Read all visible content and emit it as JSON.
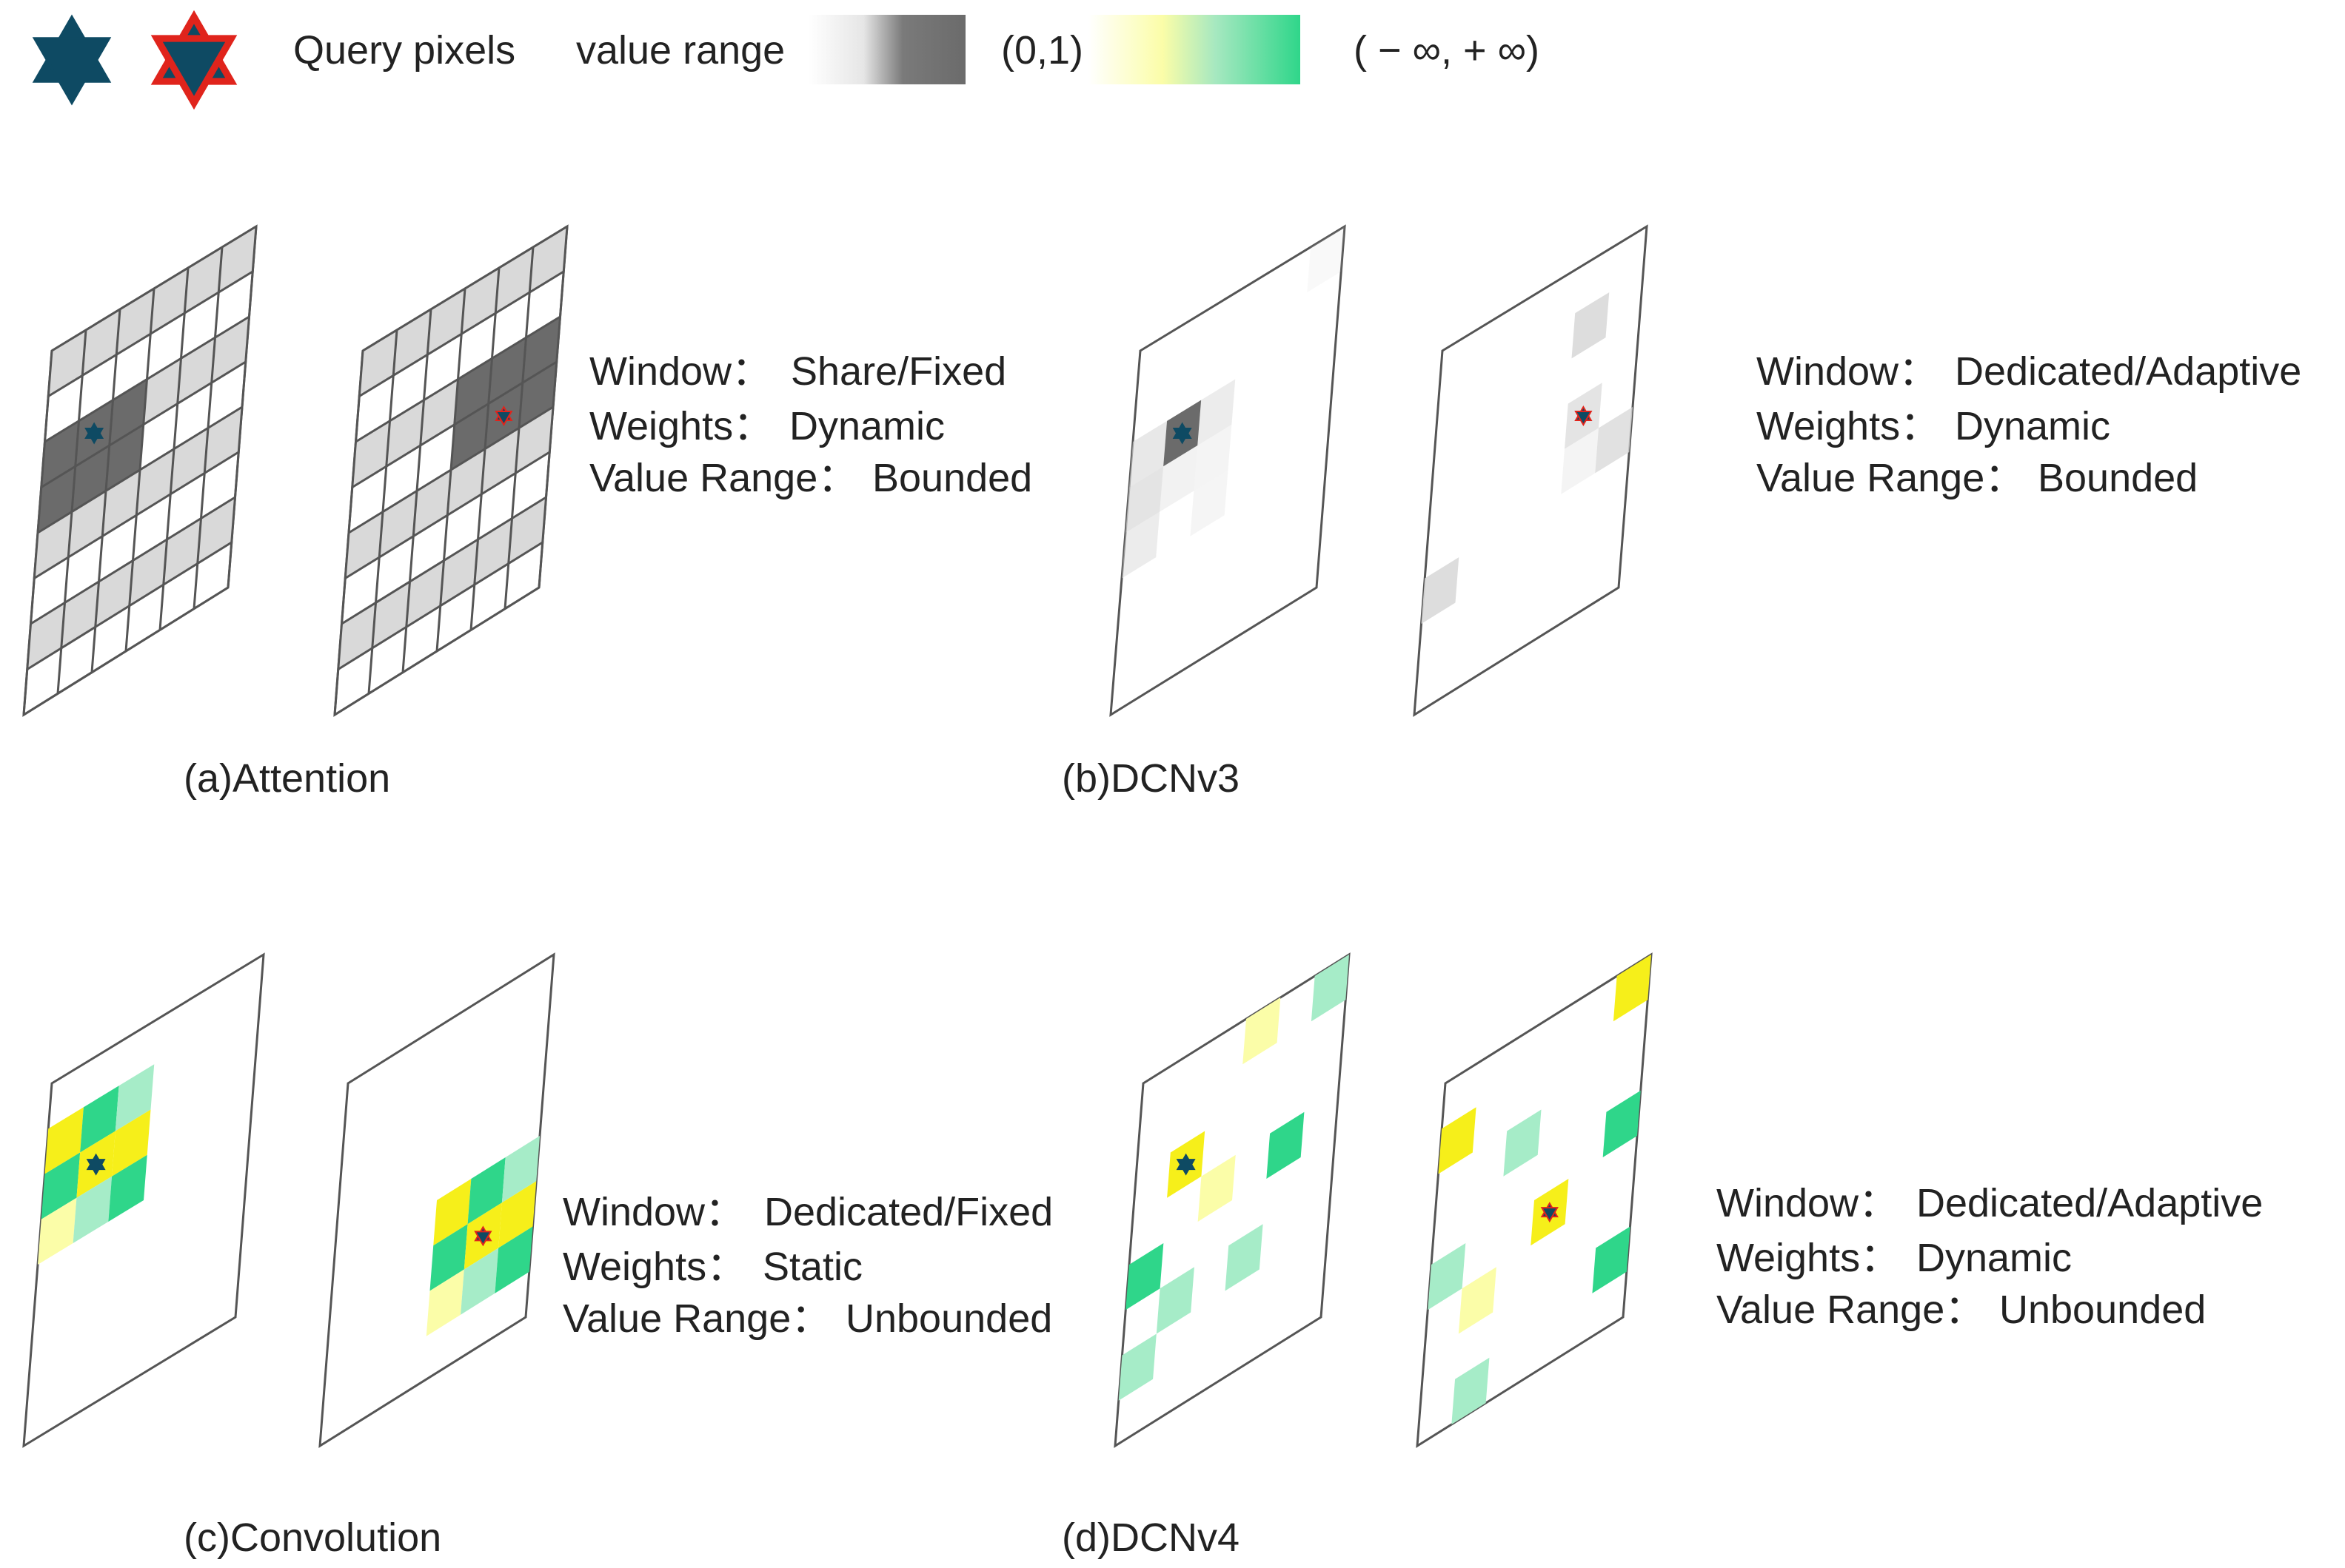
{
  "legend": {
    "query_label": "Query pixels",
    "value_range_label": "value range",
    "range_01": "(0,1)",
    "range_inf": "( − ∞,   + ∞)",
    "query_icon_a": "hexagram-dark-icon",
    "query_icon_b": "hexagram-red-outline-icon"
  },
  "colors": {
    "query_fill": "#0e4a63",
    "query_outline_red": "#e0241c",
    "bounded_low": "#ffffff",
    "bounded_high": "#6b6b6b",
    "bounded_light": "#d9d9d9",
    "unbounded_low": "#fbfda8",
    "unbounded_mid_yellow": "#f6ef1a",
    "unbounded_light_green": "#a6ecc8",
    "unbounded_high": "#2fd68a",
    "grid_line": "#555555"
  },
  "panels": [
    {
      "id": "a",
      "caption": "(a)Attention",
      "window_key": "Window：",
      "window_val": "Share/Fixed",
      "weights_key": "Weights：",
      "weights_val": "Dynamic",
      "range_key": "Value Range：",
      "range_val": "Bounded"
    },
    {
      "id": "b",
      "caption": "(b)DCNv3",
      "window_key": "Window：",
      "window_val": "Dedicated/Adaptive",
      "weights_key": "Weights：",
      "weights_val": "Dynamic",
      "range_key": "Value Range：",
      "range_val": "Bounded"
    },
    {
      "id": "c",
      "caption": "(c)Convolution",
      "window_key": "Window：",
      "window_val": "Dedicated/Fixed",
      "weights_key": "Weights：",
      "weights_val": "Static",
      "range_key": "Value Range：",
      "range_val": "Unbounded"
    },
    {
      "id": "d",
      "caption": "(d)DCNv4",
      "window_key": "Window：",
      "window_val": "Dedicated/Adaptive",
      "weights_key": "Weights：",
      "weights_val": "Dynamic",
      "range_key": "Value Range：",
      "range_val": "Unbounded"
    }
  ]
}
